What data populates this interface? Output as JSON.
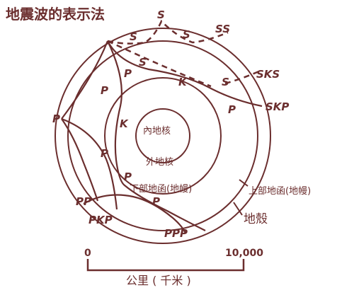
{
  "colors": {
    "line": "#6b2e2e",
    "text": "#6b2e2e",
    "background": "#ffffff"
  },
  "title": "地震波的表示法",
  "layers": {
    "inner_core": "內地核",
    "outer_core": "外地核",
    "lower_mantle": "下部地函(地幔)",
    "upper_mantle": "上部地函(地幔)",
    "crust": "地殼"
  },
  "ray_labels": {
    "s_top": "S",
    "s_left": "S",
    "s_right": "S",
    "ss": "SS",
    "p_s": "P",
    "s_upper": "S",
    "k_upper": "K",
    "s_mid": "S",
    "sks": "SKS",
    "skp": "SKP",
    "p_skp": "P",
    "p_upper_left": "P",
    "p_far_left": "P",
    "k_left": "K",
    "p_mid_left": "P",
    "p_lower": "P",
    "p_pp": "P",
    "pp": "PP",
    "pkp": "PKP",
    "ppp": "PPP"
  },
  "scale": {
    "start": "0",
    "end": "10,000",
    "unit": "公里 ( 千米 )"
  }
}
